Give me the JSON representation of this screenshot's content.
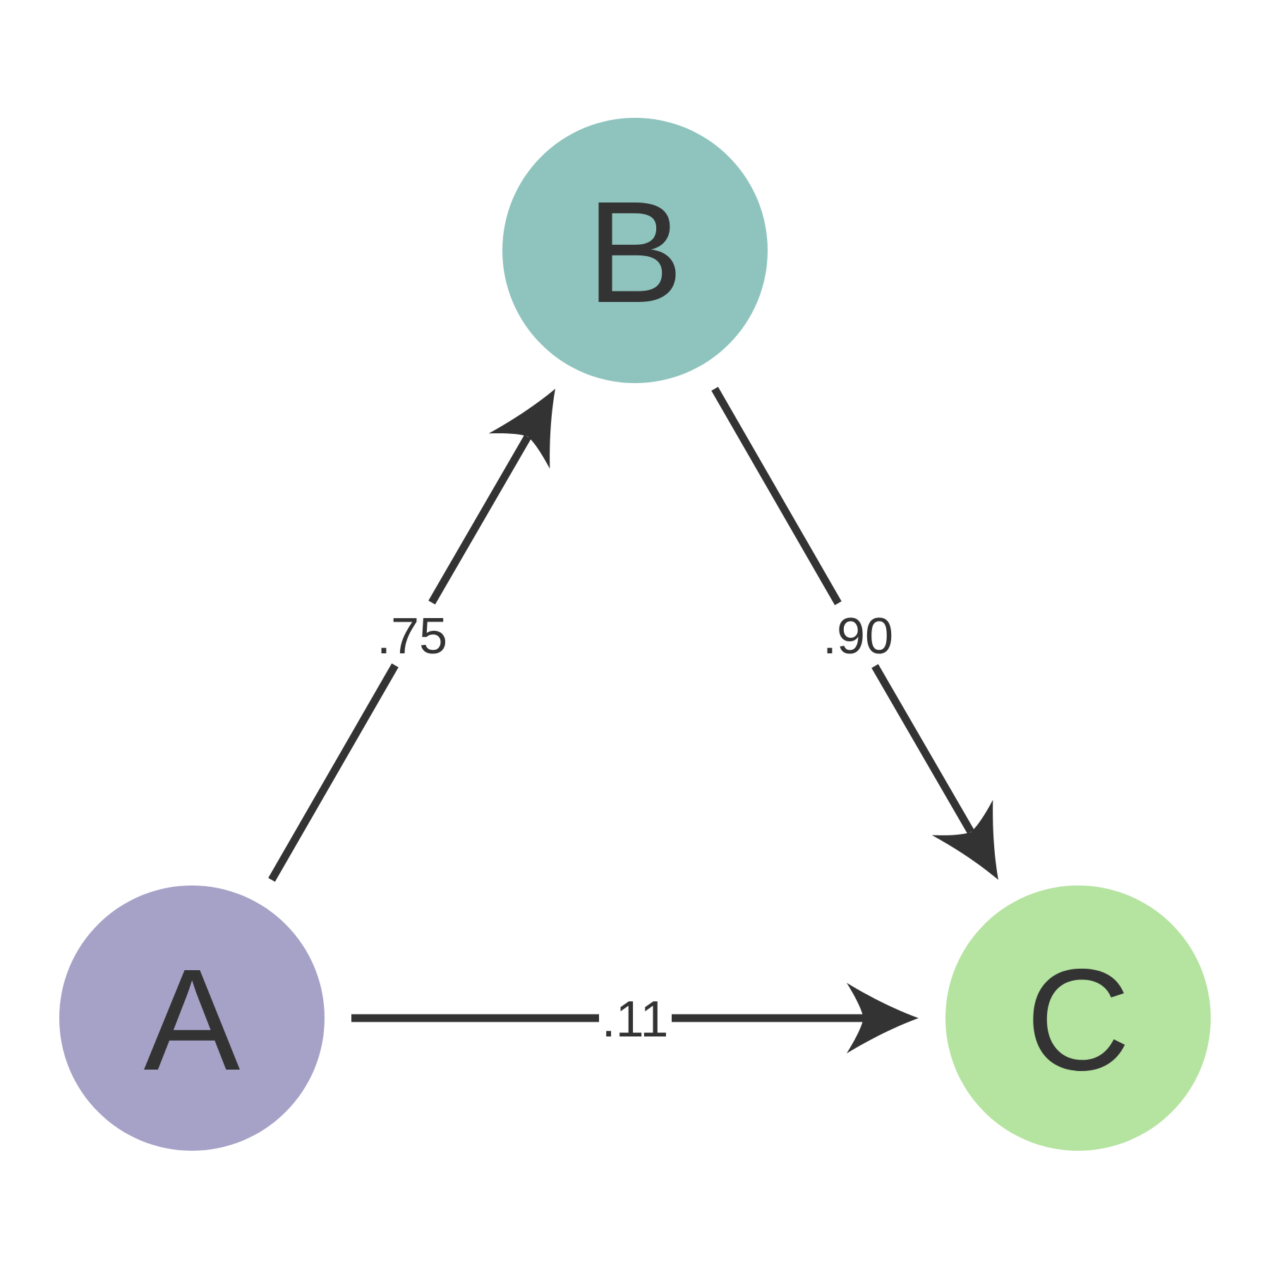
{
  "diagram": {
    "type": "directed-graph",
    "background_color": "#ffffff",
    "line_color": "#333333",
    "text_color": "#333333",
    "nodes": [
      {
        "id": "A",
        "label": "A",
        "color": "#a6a2c7",
        "position": "bottom-left"
      },
      {
        "id": "B",
        "label": "B",
        "color": "#8fc4be",
        "position": "top-center"
      },
      {
        "id": "C",
        "label": "C",
        "color": "#b5e3a0",
        "position": "bottom-right"
      }
    ],
    "edges": [
      {
        "from": "A",
        "to": "B",
        "label": ".75"
      },
      {
        "from": "B",
        "to": "C",
        "label": ".90"
      },
      {
        "from": "A",
        "to": "C",
        "label": ".11"
      }
    ]
  }
}
